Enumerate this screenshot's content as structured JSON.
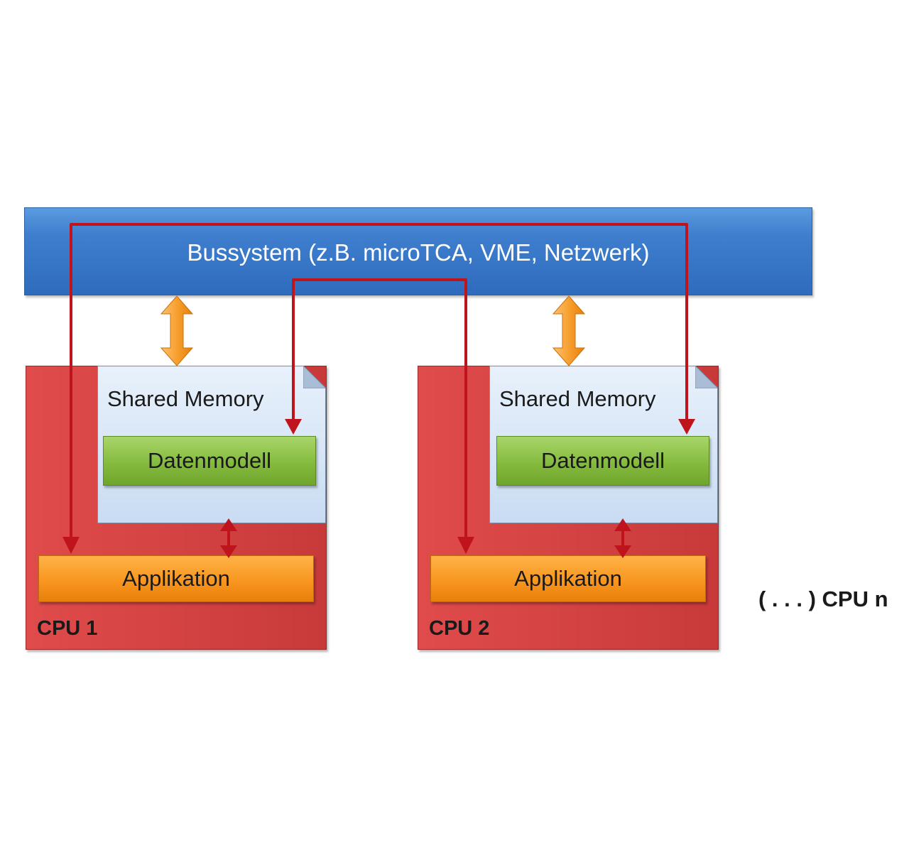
{
  "bus": {
    "label": "Bussystem (z.B. microTCA, VME, Netzwerk)"
  },
  "cpus": [
    {
      "label": "CPU 1",
      "shared_memory_label": "Shared Memory",
      "datenmodell_label": "Datenmodell",
      "applikation_label": "Applikation"
    },
    {
      "label": "CPU 2",
      "shared_memory_label": "Shared Memory",
      "datenmodell_label": "Datenmodell",
      "applikation_label": "Applikation"
    }
  ],
  "more_cpus_label": "( . . . ) CPU n",
  "colors": {
    "bus": "#3f7fce",
    "cpu": "#d94444",
    "shared_memory": "#d6e4f5",
    "datenmodell": "#84bb3e",
    "applikation": "#f7941d",
    "flow_arrow": "#c0141c",
    "bus_arrow": "#f7a030"
  }
}
